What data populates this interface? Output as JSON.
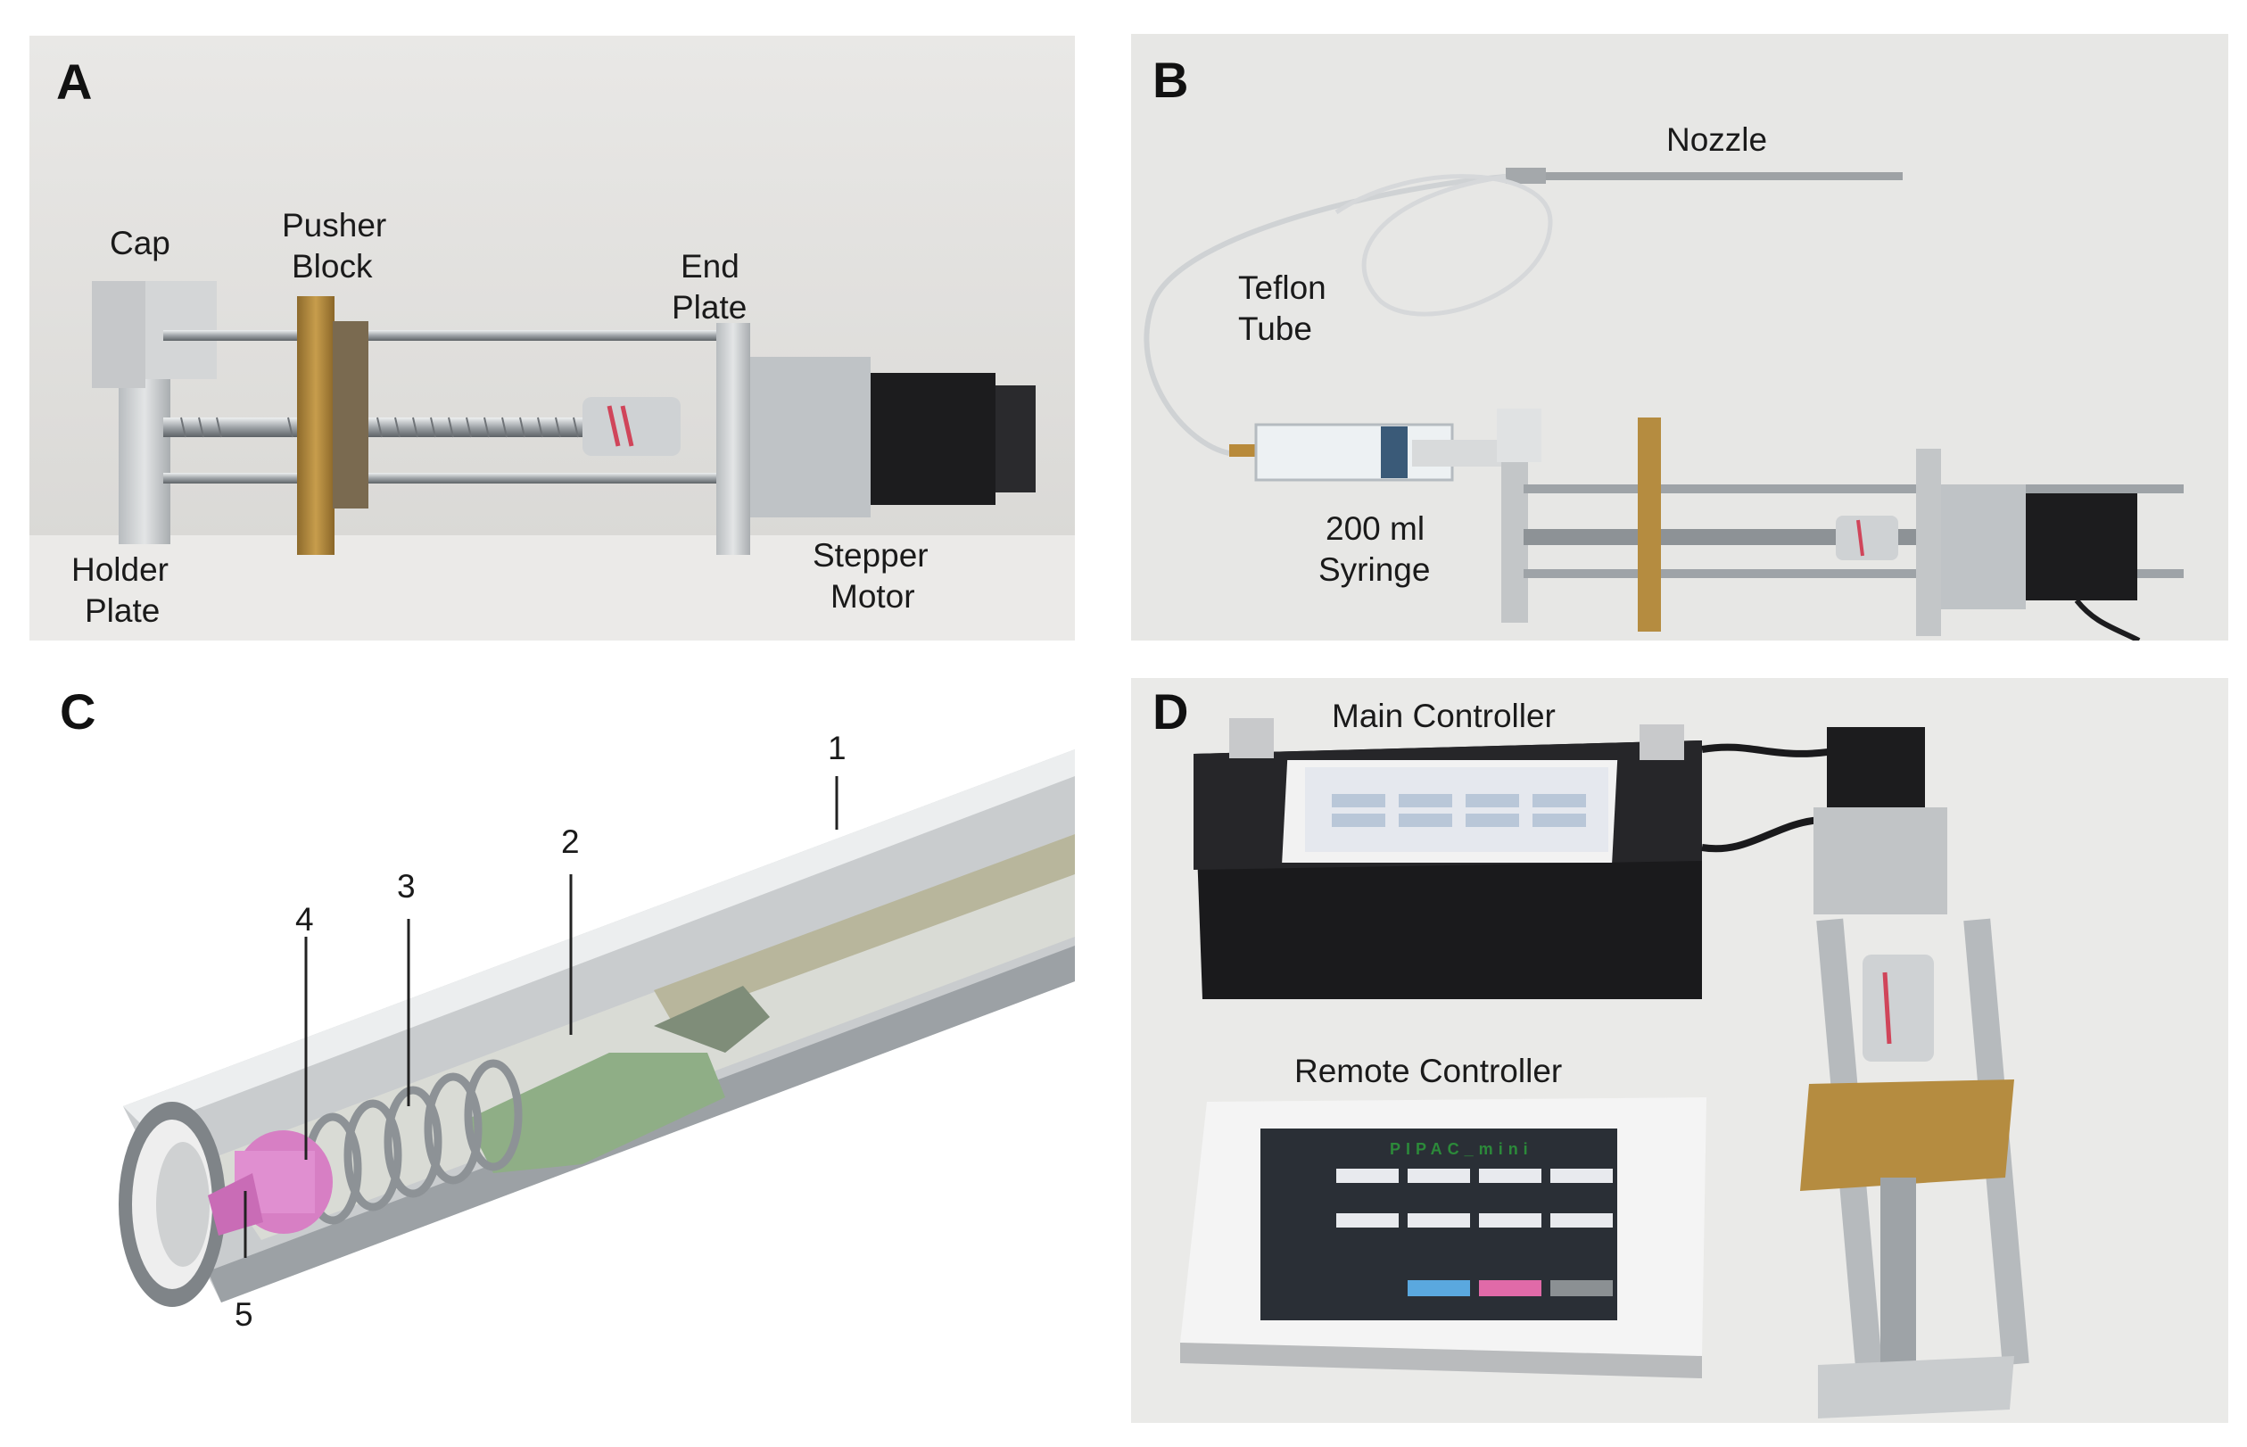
{
  "panels": {
    "a": {
      "letter": "A",
      "labels": {
        "cap": "Cap",
        "pusher_block_1": "Pusher",
        "pusher_block_2": "Block",
        "end_plate_1": "End",
        "end_plate_2": "Plate",
        "holder_plate_1": "Holder",
        "holder_plate_2": "Plate",
        "stepper_motor_1": "Stepper",
        "stepper_motor_2": "Motor"
      }
    },
    "b": {
      "letter": "B",
      "labels": {
        "nozzle": "Nozzle",
        "teflon_tube_1": "Teflon",
        "teflon_tube_2": "Tube",
        "syringe_1": "200 ml",
        "syringe_2": "Syringe"
      }
    },
    "c": {
      "letter": "C",
      "numbers": [
        "1",
        "2",
        "3",
        "4",
        "5"
      ]
    },
    "d": {
      "letter": "D",
      "labels": {
        "main_controller": "Main Controller",
        "remote_controller": "Remote Controller"
      },
      "screen_text": "PIPAC_mini"
    }
  },
  "colors": {
    "photo_bg": "#e6e5e3",
    "aluminum": "#c9ccce",
    "brass": "#b48a3e",
    "motor_black": "#1c1c1e",
    "coupling_red": "#d0455a",
    "tube_gray": "#b7babd",
    "piston_green": "#8fae86",
    "cap_pink": "#d77fc4"
  }
}
